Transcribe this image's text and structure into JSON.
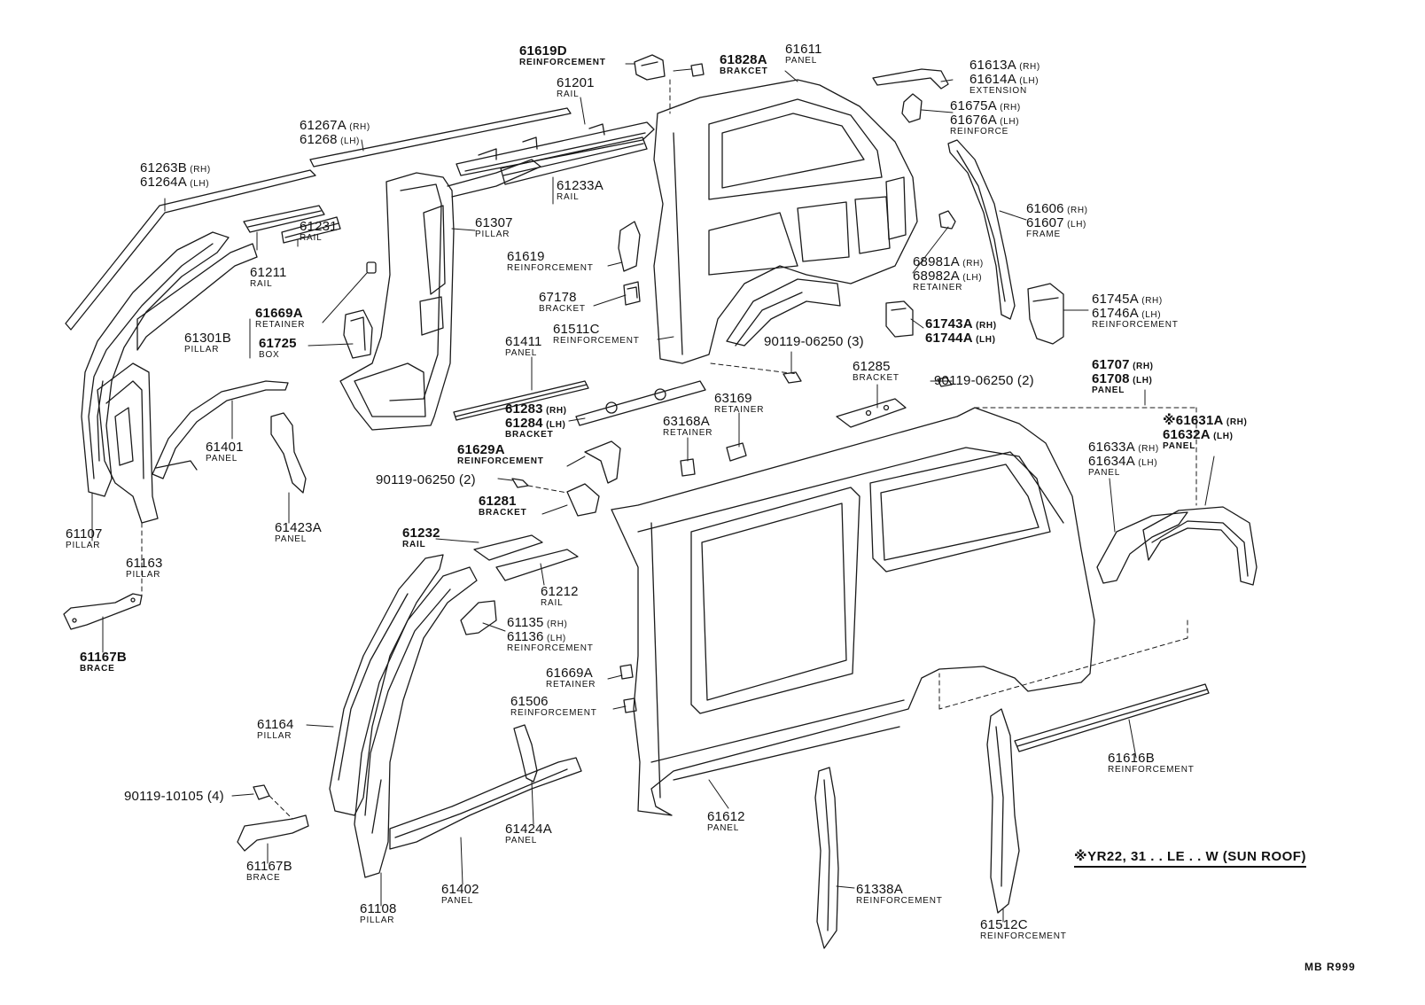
{
  "diagram": {
    "labels": [
      {
        "lines": [
          {
            "pn": "61619D"
          }
        ],
        "name": "REINFORCEMENT"
      },
      {
        "lines": [
          {
            "pn": "61828A"
          }
        ],
        "name": "BRAKCET"
      },
      {
        "lines": [
          {
            "pn": "61611"
          }
        ],
        "name": "PANEL"
      },
      {
        "lines": [
          {
            "pn": "61613A",
            "side": "(RH)"
          },
          {
            "pn": "61614A",
            "side": "(LH)"
          }
        ],
        "name": "EXTENSION"
      },
      {
        "lines": [
          {
            "pn": "61201"
          }
        ],
        "name": "RAIL"
      },
      {
        "lines": [
          {
            "pn": "61675A",
            "side": "(RH)"
          },
          {
            "pn": "61676A",
            "side": "(LH)"
          }
        ],
        "name": "REINFORCE"
      },
      {
        "lines": [
          {
            "pn": "61267A",
            "side": "(RH)"
          },
          {
            "pn": "61268",
            "side": "(LH)"
          }
        ],
        "name": ""
      },
      {
        "lines": [
          {
            "pn": "61263B",
            "side": "(RH)"
          },
          {
            "pn": "61264A",
            "side": "(LH)"
          }
        ],
        "name": ""
      },
      {
        "lines": [
          {
            "pn": "61233A"
          }
        ],
        "name": "RAIL"
      },
      {
        "lines": [
          {
            "pn": "61307"
          }
        ],
        "name": "PILLAR"
      },
      {
        "lines": [
          {
            "pn": "61606",
            "side": "(RH)"
          },
          {
            "pn": "61607",
            "side": "(LH)"
          }
        ],
        "name": "FRAME"
      },
      {
        "lines": [
          {
            "pn": "61231"
          }
        ],
        "name": "RAIL"
      },
      {
        "lines": [
          {
            "pn": "61619"
          }
        ],
        "name": "REINFORCEMENT"
      },
      {
        "lines": [
          {
            "pn": "61211"
          }
        ],
        "name": "RAIL"
      },
      {
        "lines": [
          {
            "pn": "68981A",
            "side": "(RH)"
          },
          {
            "pn": "68982A",
            "side": "(LH)"
          }
        ],
        "name": "RETAINER"
      },
      {
        "lines": [
          {
            "pn": "67178"
          }
        ],
        "name": "BRACKET"
      },
      {
        "lines": [
          {
            "pn": "61669A"
          }
        ],
        "name": "RETAINER"
      },
      {
        "lines": [
          {
            "pn": "61725"
          }
        ],
        "name": "BOX"
      },
      {
        "lines": [
          {
            "pn": "61301B"
          }
        ],
        "name": "PILLAR"
      },
      {
        "lines": [
          {
            "pn": "61511C"
          }
        ],
        "name": "REINFORCEMENT"
      },
      {
        "lines": [
          {
            "pn": "61411"
          }
        ],
        "name": "PANEL"
      },
      {
        "lines": [
          {
            "pn": "61745A",
            "side": "(RH)"
          },
          {
            "pn": "61746A",
            "side": "(LH)"
          }
        ],
        "name": "REINFORCEMENT"
      },
      {
        "lines": [
          {
            "pn": "61743A",
            "side": "(RH)"
          },
          {
            "pn": "61744A",
            "side": "(LH)"
          }
        ],
        "name": ""
      },
      {
        "lines": [
          {
            "pn": "90119-06250 (3)"
          }
        ],
        "name": ""
      },
      {
        "lines": [
          {
            "pn": "61285"
          }
        ],
        "name": "BRACKET"
      },
      {
        "lines": [
          {
            "pn": "90119-06250 (2)"
          }
        ],
        "name": ""
      },
      {
        "lines": [
          {
            "pn": "61707",
            "side": "(RH)"
          },
          {
            "pn": "61708",
            "side": "(LH)"
          }
        ],
        "name": "PANEL"
      },
      {
        "lines": [
          {
            "pn": "61283",
            "side": "(RH)"
          },
          {
            "pn": "61284",
            "side": "(LH)"
          }
        ],
        "name": "BRACKET"
      },
      {
        "lines": [
          {
            "pn": "63169"
          }
        ],
        "name": "RETAINER"
      },
      {
        "lines": [
          {
            "pn": "63168A"
          }
        ],
        "name": "RETAINER"
      },
      {
        "lines": [
          {
            "pn": "61401"
          }
        ],
        "name": "PANEL"
      },
      {
        "lines": [
          {
            "pn": "※61631A",
            "side": "(RH)"
          },
          {
            "pn": "61632A",
            "side": "(LH)"
          }
        ],
        "name": "PANEL"
      },
      {
        "lines": [
          {
            "pn": "61633A",
            "side": "(RH)"
          },
          {
            "pn": "61634A",
            "side": "(LH)"
          }
        ],
        "name": "PANEL"
      },
      {
        "lines": [
          {
            "pn": "61629A"
          }
        ],
        "name": "REINFORCEMENT"
      },
      {
        "lines": [
          {
            "pn": "90119-06250 (2)"
          }
        ],
        "name": ""
      },
      {
        "lines": [
          {
            "pn": "61281"
          }
        ],
        "name": "BRACKET"
      },
      {
        "lines": [
          {
            "pn": "61107"
          }
        ],
        "name": "PILLAR"
      },
      {
        "lines": [
          {
            "pn": "61423A"
          }
        ],
        "name": "PANEL"
      },
      {
        "lines": [
          {
            "pn": "61232"
          }
        ],
        "name": "RAIL"
      },
      {
        "lines": [
          {
            "pn": "61163"
          }
        ],
        "name": "PILLAR"
      },
      {
        "lines": [
          {
            "pn": "61212"
          }
        ],
        "name": "RAIL"
      },
      {
        "lines": [
          {
            "pn": "61135",
            "side": "(RH)"
          },
          {
            "pn": "61136",
            "side": "(LH)"
          }
        ],
        "name": "REINFORCEMENT"
      },
      {
        "lines": [
          {
            "pn": "61167B"
          }
        ],
        "name": "BRACE"
      },
      {
        "lines": [
          {
            "pn": "61669A"
          }
        ],
        "name": "RETAINER"
      },
      {
        "lines": [
          {
            "pn": "61506"
          }
        ],
        "name": "REINFORCEMENT"
      },
      {
        "lines": [
          {
            "pn": "61616B"
          }
        ],
        "name": "REINFORCEMENT"
      },
      {
        "lines": [
          {
            "pn": "61164"
          }
        ],
        "name": "PILLAR"
      },
      {
        "lines": [
          {
            "pn": "90119-10105 (4)"
          }
        ],
        "name": ""
      },
      {
        "lines": [
          {
            "pn": "61612"
          }
        ],
        "name": "PANEL"
      },
      {
        "lines": [
          {
            "pn": "61424A"
          }
        ],
        "name": "PANEL"
      },
      {
        "lines": [
          {
            "pn": "61167B"
          }
        ],
        "name": "BRACE"
      },
      {
        "lines": [
          {
            "pn": "61402"
          }
        ],
        "name": "PANEL"
      },
      {
        "lines": [
          {
            "pn": "61338A"
          }
        ],
        "name": "REINFORCEMENT"
      },
      {
        "lines": [
          {
            "pn": "61108"
          }
        ],
        "name": "PILLAR"
      },
      {
        "lines": [
          {
            "pn": "61512C"
          }
        ],
        "name": "REINFORCEMENT"
      }
    ],
    "footnote": "※YR22, 31 . . LE . . W (SUN  ROOF)",
    "drawing_code": "MB  R999"
  }
}
